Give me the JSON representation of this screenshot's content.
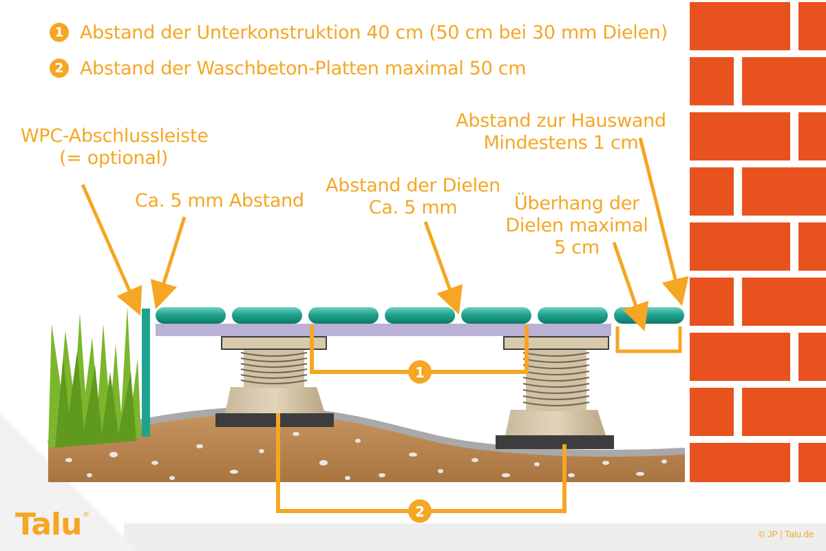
{
  "legend": [
    {
      "num": "1",
      "text": "Abstand der Unterkonstruktion 40 cm (50 cm bei 30 mm Dielen)"
    },
    {
      "num": "2",
      "text": "Abstand der Waschbeton-Platten maximal 50 cm"
    }
  ],
  "labels": {
    "wpc_line1": "WPC-Abschlussleiste",
    "wpc_line2": "(= optional)",
    "gap5mm": "Ca. 5 mm Abstand",
    "dielen_gap_line1": "Abstand der Dielen",
    "dielen_gap_line2": "Ca. 5 mm",
    "overhang_line1": "Überhang der",
    "overhang_line2": "Dielen maximal",
    "overhang_line3": "5 cm",
    "wall_gap_line1": "Abstand zur Hauswand",
    "wall_gap_line2": "Mindestens 1 cm"
  },
  "markers": {
    "m1": "1",
    "m2": "2"
  },
  "logo": "Talu",
  "logo_reg": "®",
  "copyright": "© JP | Talu.de",
  "colors": {
    "accent": "#f5a623",
    "brick": "#e8521f",
    "teal": "#1fa38f",
    "joist": "#b9b2d6",
    "soil": "#c08a52",
    "grass": "#7bb62c"
  }
}
